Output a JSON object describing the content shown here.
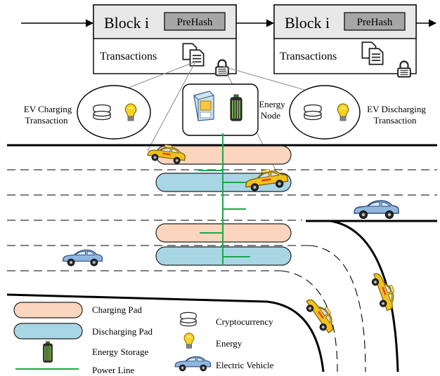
{
  "blocks": [
    {
      "title": "Block i",
      "prehash": "PreHash",
      "transactions": "Transactions"
    },
    {
      "title": "Block i",
      "prehash": "PreHash",
      "transactions": "Transactions"
    }
  ],
  "bubbles": {
    "charging": {
      "line1": "EV Charging",
      "line2": "Transaction"
    },
    "node": {
      "line1": "Energy",
      "line2": "Node"
    },
    "discharging": {
      "line1": "EV Discharging",
      "line2": "Transaction"
    }
  },
  "legend": {
    "charging_pad": "Charging Pad",
    "discharging_pad": "Discharging Pad",
    "energy_storage": "Energy Storage",
    "power_line": "Power Line",
    "cryptocurrency": "Cryptocurrency",
    "energy": "Energy",
    "electric_vehicle": "Electric Vehicle"
  },
  "colors": {
    "charging_pad": "#fbd5bd",
    "discharging_pad": "#a9d6e5",
    "power_line": "#1aa84a",
    "prehash_box": "#a6a6a6",
    "block_header": "#e8e8e8",
    "taxi": "#f2c21b",
    "ev": "#8fb7e0"
  }
}
